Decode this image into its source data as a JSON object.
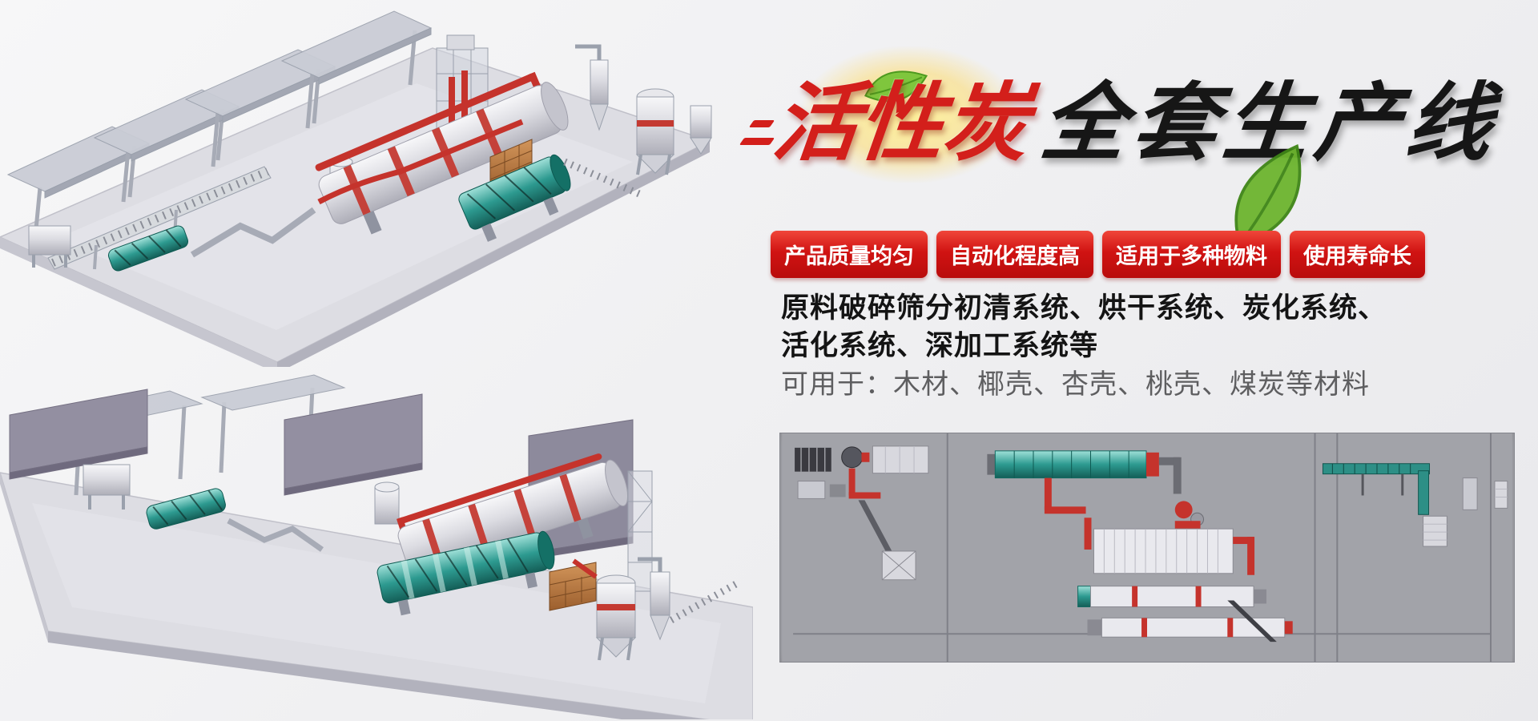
{
  "hero": {
    "title_red": "活性炭",
    "title_black": "全套生产线",
    "badges": [
      "产品质量均匀",
      "自动化程度高",
      "适用于多种物料",
      "使用寿命长"
    ],
    "desc_line1": "原料破碎筛分初清系统、烘干系统、炭化系统、",
    "desc_line2": "活化系统、深加工系统等",
    "materials": "可用于：木材、椰壳、杏壳、桃壳、煤炭等材料",
    "colors": {
      "title_red": "#d31f1b",
      "title_black": "#161616",
      "badge_red": "#d01312",
      "machine_teal": "#2d9a90",
      "pipe_red": "#c5332c",
      "panel_gray": "#a2a3a9"
    },
    "icons": {
      "leaf_small": "leaf-icon",
      "leaf_big": "leaf-icon",
      "glow": "title-glow"
    }
  }
}
